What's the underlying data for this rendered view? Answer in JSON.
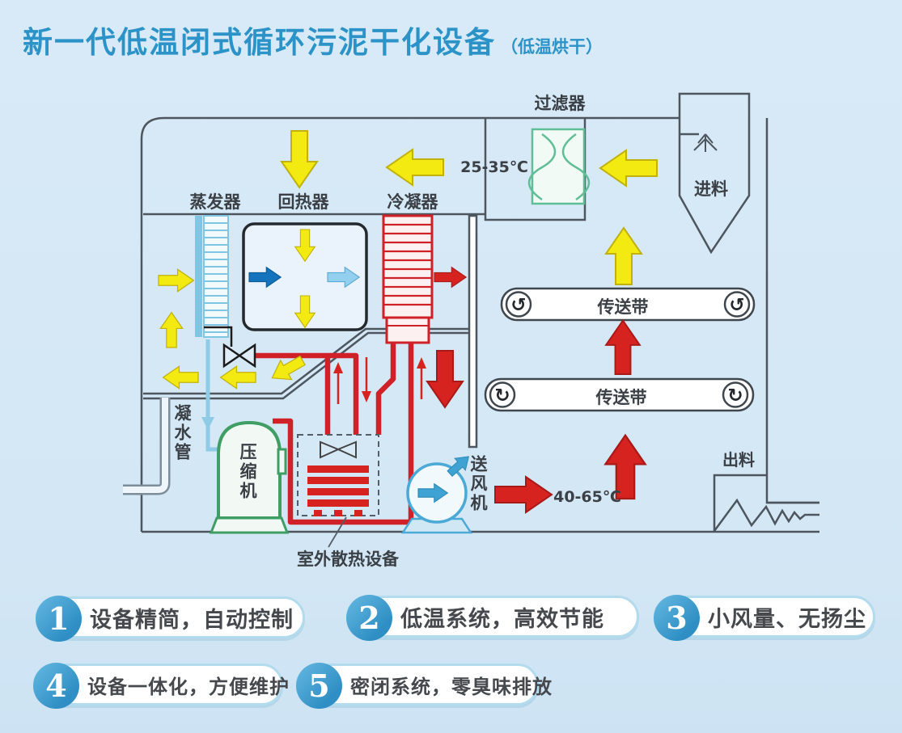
{
  "title": {
    "main": "新一代低温闭式循环污泥干化设备",
    "suffix": "（低温烘干）"
  },
  "diagram": {
    "labels": {
      "filter": "过滤器",
      "feed": "进料",
      "evaporator": "蒸发器",
      "regenerator": "回热器",
      "condenser": "冷凝器",
      "conveyor_top": "传送带",
      "conveyor_bottom": "传送带",
      "condensate_pipe": "凝水管",
      "compressor": "压缩机",
      "outdoor_heat_unit": "室外散热设备",
      "blower_fan": "送风机",
      "discharge": "出料",
      "temp_low": "25-35℃",
      "temp_high": "40-65℃"
    },
    "icons": {
      "rotate_ccw": "↺",
      "rotate_cw": "↻"
    }
  },
  "features": [
    {
      "num": "1",
      "text": "设备精简，自动控制"
    },
    {
      "num": "2",
      "text": "低温系统，高效节能"
    },
    {
      "num": "3",
      "text": "小风量、无扬尘"
    },
    {
      "num": "4",
      "text": "设备一体化，方便维护"
    },
    {
      "num": "5",
      "text": "密闭系统，零臭味排放"
    }
  ],
  "colors": {
    "background": "#d8eaf7",
    "title_blue": "#2b93c7",
    "line_gray": "#4d565e",
    "hot_red": "#d6231f",
    "air_yellow": "#f3ea12",
    "cool_blue": "#7fc5e4",
    "green": "#3f9e63",
    "pill_border": "#b3dbee"
  }
}
